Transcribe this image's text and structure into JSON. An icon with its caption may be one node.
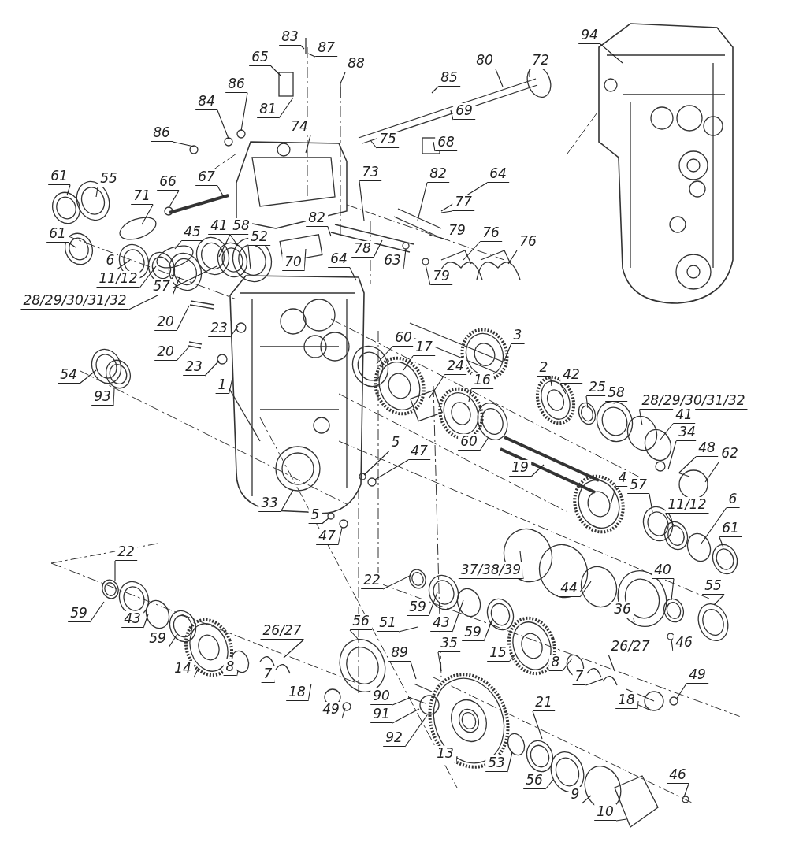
{
  "diagram": {
    "nodes": [
      {
        "text": [
          "83"
        ]
      },
      {
        "text": [
          "87"
        ]
      },
      {
        "text": [
          "65"
        ]
      },
      {
        "text": [
          "88"
        ]
      },
      {
        "text": [
          "81"
        ]
      },
      {
        "text": [
          "86"
        ]
      },
      {
        "text": [
          "84"
        ]
      },
      {
        "text": [
          "86"
        ]
      },
      {
        "text": [
          "74"
        ]
      },
      {
        "text": [
          "85"
        ]
      },
      {
        "text": [
          "80"
        ]
      },
      {
        "text": [
          "72"
        ]
      },
      {
        "text": [
          "69"
        ]
      },
      {
        "text": [
          "75"
        ]
      },
      {
        "text": [
          "68"
        ]
      },
      {
        "text": [
          "94"
        ]
      },
      {
        "text": [
          "67"
        ]
      },
      {
        "text": [
          "66"
        ]
      },
      {
        "text": [
          "71"
        ]
      },
      {
        "text": [
          "61"
        ]
      },
      {
        "text": [
          "55"
        ]
      },
      {
        "text": [
          "61"
        ]
      },
      {
        "text": [
          "45"
        ]
      },
      {
        "text": [
          "41"
        ]
      },
      {
        "text": [
          "58"
        ]
      },
      {
        "text": [
          "52"
        ]
      },
      {
        "text": [
          "73"
        ]
      },
      {
        "text": [
          "82"
        ]
      },
      {
        "text": [
          "64"
        ]
      },
      {
        "text": [
          "77"
        ]
      },
      {
        "text": [
          "82"
        ]
      },
      {
        "text": [
          "79"
        ]
      },
      {
        "text": [
          "78"
        ]
      },
      {
        "text": [
          "63"
        ]
      },
      {
        "text": [
          "79"
        ]
      },
      {
        "text": [
          "70"
        ]
      },
      {
        "text": [
          "64"
        ]
      },
      {
        "text": [
          "76"
        ]
      },
      {
        "text": [
          "76"
        ]
      },
      {
        "text": [
          "6"
        ]
      },
      {
        "text": [
          "11/12"
        ]
      },
      {
        "text": [
          "57"
        ]
      },
      {
        "text": [
          "28/29/30/31/32"
        ]
      },
      {
        "text": [
          "20"
        ]
      },
      {
        "text": [
          "23"
        ]
      },
      {
        "text": [
          "20"
        ]
      },
      {
        "text": [
          "23"
        ]
      },
      {
        "text": [
          "1"
        ]
      },
      {
        "text": [
          "54"
        ]
      },
      {
        "text": [
          "93"
        ]
      },
      {
        "text": [
          "60"
        ]
      },
      {
        "text": [
          "17"
        ]
      },
      {
        "text": [
          "3"
        ]
      },
      {
        "text": [
          "24"
        ]
      },
      {
        "text": [
          "16"
        ]
      },
      {
        "text": [
          "2"
        ]
      },
      {
        "text": [
          "42"
        ]
      },
      {
        "text": [
          "25"
        ]
      },
      {
        "text": [
          "58"
        ]
      },
      {
        "text": [
          "28/29/30/31/32"
        ]
      },
      {
        "text": [
          "41"
        ]
      },
      {
        "text": [
          "34"
        ]
      },
      {
        "text": [
          "48"
        ]
      },
      {
        "text": [
          "62"
        ]
      },
      {
        "text": [
          "60"
        ]
      },
      {
        "text": [
          "19"
        ]
      },
      {
        "text": [
          "5"
        ]
      },
      {
        "text": [
          "47"
        ]
      },
      {
        "text": [
          "4"
        ]
      },
      {
        "text": [
          "33"
        ]
      },
      {
        "text": [
          "5"
        ]
      },
      {
        "text": [
          "47"
        ]
      },
      {
        "text": [
          "57"
        ]
      },
      {
        "text": [
          "11/12"
        ]
      },
      {
        "text": [
          "6"
        ]
      },
      {
        "text": [
          "61"
        ]
      },
      {
        "text": [
          "37/38/39"
        ]
      },
      {
        "text": [
          "44"
        ]
      },
      {
        "text": [
          "36"
        ]
      },
      {
        "text": [
          "40"
        ]
      },
      {
        "text": [
          "55"
        ]
      },
      {
        "text": [
          "46"
        ]
      },
      {
        "text": [
          "22"
        ]
      },
      {
        "text": [
          "59"
        ]
      },
      {
        "text": [
          "43"
        ]
      },
      {
        "text": [
          "59"
        ]
      },
      {
        "text": [
          "14"
        ]
      },
      {
        "text": [
          "8"
        ]
      },
      {
        "text": [
          "26/27"
        ]
      },
      {
        "text": [
          "7"
        ]
      },
      {
        "text": [
          "18"
        ]
      },
      {
        "text": [
          "49"
        ]
      },
      {
        "text": [
          "56"
        ]
      },
      {
        "text": [
          "51"
        ]
      },
      {
        "text": [
          "35"
        ]
      },
      {
        "text": [
          "89"
        ]
      },
      {
        "text": [
          "90"
        ]
      },
      {
        "text": [
          "91"
        ]
      },
      {
        "text": [
          "92"
        ]
      },
      {
        "text": [
          "22"
        ]
      },
      {
        "text": [
          "59"
        ]
      },
      {
        "text": [
          "43"
        ]
      },
      {
        "text": [
          "59"
        ]
      },
      {
        "text": [
          "15"
        ]
      },
      {
        "text": [
          "8"
        ]
      },
      {
        "text": [
          "7"
        ]
      },
      {
        "text": [
          "26/27"
        ]
      },
      {
        "text": [
          "18"
        ]
      },
      {
        "text": [
          "49"
        ]
      },
      {
        "text": [
          "13"
        ]
      },
      {
        "text": [
          "21"
        ]
      },
      {
        "text": [
          "53"
        ]
      },
      {
        "text": [
          "56"
        ]
      },
      {
        "text": [
          "9"
        ]
      },
      {
        "text": [
          "10"
        ]
      },
      {
        "text": [
          "46"
        ]
      }
    ],
    "edges": [
      {
        "from": 0,
        "to": null,
        "arrow": "none"
      },
      {
        "from": 1,
        "to": null,
        "arrow": "none"
      },
      {
        "from": 2,
        "to": null,
        "arrow": "none"
      },
      {
        "from": 3,
        "to": null,
        "arrow": "none"
      },
      {
        "from": 4,
        "to": null,
        "arrow": "none"
      },
      {
        "from": 5,
        "to": null,
        "arrow": "none"
      },
      {
        "from": 6,
        "to": null,
        "arrow": "none"
      },
      {
        "from": 7,
        "to": null,
        "arrow": "none"
      },
      {
        "from": 8,
        "to": null,
        "arrow": "none"
      },
      {
        "from": 9,
        "to": null,
        "arrow": "none"
      },
      {
        "from": 10,
        "to": null,
        "arrow": "none"
      },
      {
        "from": 11,
        "to": null,
        "arrow": "none"
      },
      {
        "from": 12,
        "to": null,
        "arrow": "none"
      },
      {
        "from": 13,
        "to": null,
        "arrow": "none"
      },
      {
        "from": 14,
        "to": null,
        "arrow": "none"
      },
      {
        "from": 15,
        "to": null,
        "arrow": "none"
      },
      {
        "from": 16,
        "to": null,
        "arrow": "none"
      },
      {
        "from": 17,
        "to": null,
        "arrow": "none"
      },
      {
        "from": 18,
        "to": null,
        "arrow": "none"
      },
      {
        "from": 19,
        "to": null,
        "arrow": "none"
      },
      {
        "from": 20,
        "to": null,
        "arrow": "none"
      },
      {
        "from": 21,
        "to": null,
        "arrow": "none"
      },
      {
        "from": 22,
        "to": null,
        "arrow": "none"
      },
      {
        "from": 23,
        "to": null,
        "arrow": "none"
      },
      {
        "from": 24,
        "to": null,
        "arrow": "none"
      },
      {
        "from": 25,
        "to": null,
        "arrow": "none"
      },
      {
        "from": 26,
        "to": null,
        "arrow": "none"
      },
      {
        "from": 27,
        "to": null,
        "arrow": "none"
      },
      {
        "from": 28,
        "to": null,
        "arrow": "none"
      },
      {
        "from": 29,
        "to": null,
        "arrow": "none"
      },
      {
        "from": 30,
        "to": null,
        "arrow": "none"
      },
      {
        "from": 31,
        "to": null,
        "arrow": "none"
      },
      {
        "from": 32,
        "to": null,
        "arrow": "none"
      },
      {
        "from": 33,
        "to": null,
        "arrow": "none"
      },
      {
        "from": 34,
        "to": null,
        "arrow": "none"
      },
      {
        "from": 35,
        "to": null,
        "arrow": "none"
      },
      {
        "from": 36,
        "to": null,
        "arrow": "none"
      },
      {
        "from": 37,
        "to": null,
        "arrow": "none"
      },
      {
        "from": 38,
        "to": null,
        "arrow": "none"
      },
      {
        "from": 39,
        "to": null,
        "arrow": "none"
      },
      {
        "from": 40,
        "to": null,
        "arrow": "none"
      },
      {
        "from": 41,
        "to": null,
        "arrow": "none"
      },
      {
        "from": 42,
        "to": null,
        "arrow": "none"
      },
      {
        "from": 43,
        "to": null,
        "arrow": "none"
      },
      {
        "from": 44,
        "to": null,
        "arrow": "none"
      },
      {
        "from": 45,
        "to": null,
        "arrow": "none"
      },
      {
        "from": 46,
        "to": null,
        "arrow": "none"
      },
      {
        "from": 47,
        "to": null,
        "arrow": "none"
      },
      {
        "from": 48,
        "to": null,
        "arrow": "none"
      },
      {
        "from": 49,
        "to": null,
        "arrow": "none"
      },
      {
        "from": 50,
        "to": null,
        "arrow": "none"
      },
      {
        "from": 51,
        "to": null,
        "arrow": "none"
      },
      {
        "from": 52,
        "to": null,
        "arrow": "none"
      },
      {
        "from": 53,
        "to": null,
        "arrow": "none"
      },
      {
        "from": 54,
        "to": null,
        "arrow": "none"
      },
      {
        "from": 55,
        "to": null,
        "arrow": "none"
      },
      {
        "from": 56,
        "to": null,
        "arrow": "none"
      },
      {
        "from": 57,
        "to": null,
        "arrow": "none"
      },
      {
        "from": 58,
        "to": null,
        "arrow": "none"
      },
      {
        "from": 59,
        "to": null,
        "arrow": "none"
      },
      {
        "from": 60,
        "to": null,
        "arrow": "none"
      },
      {
        "from": 61,
        "to": null,
        "arrow": "none"
      },
      {
        "from": 62,
        "to": null,
        "arrow": "none"
      },
      {
        "from": 63,
        "to": null,
        "arrow": "none"
      },
      {
        "from": 64,
        "to": null,
        "arrow": "none"
      },
      {
        "from": 65,
        "to": null,
        "arrow": "none"
      },
      {
        "from": 66,
        "to": null,
        "arrow": "none"
      },
      {
        "from": 67,
        "to": null,
        "arrow": "none"
      },
      {
        "from": 68,
        "to": null,
        "arrow": "none"
      },
      {
        "from": 69,
        "to": null,
        "arrow": "none"
      },
      {
        "from": 70,
        "to": null,
        "arrow": "none"
      },
      {
        "from": 71,
        "to": null,
        "arrow": "none"
      },
      {
        "from": 72,
        "to": null,
        "arrow": "none"
      },
      {
        "from": 73,
        "to": null,
        "arrow": "none"
      },
      {
        "from": 74,
        "to": null,
        "arrow": "none"
      },
      {
        "from": 75,
        "to": null,
        "arrow": "none"
      },
      {
        "from": 76,
        "to": null,
        "arrow": "none"
      },
      {
        "from": 77,
        "to": null,
        "arrow": "none"
      },
      {
        "from": 78,
        "to": null,
        "arrow": "none"
      },
      {
        "from": 79,
        "to": null,
        "arrow": "none"
      },
      {
        "from": 80,
        "to": null,
        "arrow": "none"
      },
      {
        "from": 81,
        "to": null,
        "arrow": "none"
      },
      {
        "from": 82,
        "to": null,
        "arrow": "none"
      },
      {
        "from": 83,
        "to": null,
        "arrow": "none"
      },
      {
        "from": 84,
        "to": null,
        "arrow": "none"
      },
      {
        "from": 85,
        "to": null,
        "arrow": "none"
      },
      {
        "from": 86,
        "to": null,
        "arrow": "none"
      },
      {
        "from": 87,
        "to": null,
        "arrow": "none"
      },
      {
        "from": 88,
        "to": null,
        "arrow": "none"
      },
      {
        "from": 89,
        "to": null,
        "arrow": "none"
      },
      {
        "from": 90,
        "to": null,
        "arrow": "none"
      },
      {
        "from": 91,
        "to": null,
        "arrow": "none"
      },
      {
        "from": 92,
        "to": null,
        "arrow": "none"
      },
      {
        "from": 93,
        "to": null,
        "arrow": "none"
      },
      {
        "from": 94,
        "to": null,
        "arrow": "none"
      },
      {
        "from": 95,
        "to": null,
        "arrow": "none"
      },
      {
        "from": 96,
        "to": null,
        "arrow": "none"
      },
      {
        "from": 97,
        "to": null,
        "arrow": "none"
      },
      {
        "from": 98,
        "to": null,
        "arrow": "none"
      },
      {
        "from": 99,
        "to": null,
        "arrow": "none"
      },
      {
        "from": 100,
        "to": null,
        "arrow": "none"
      },
      {
        "from": 101,
        "to": null,
        "arrow": "none"
      },
      {
        "from": 102,
        "to": null,
        "arrow": "none"
      },
      {
        "from": 103,
        "to": null,
        "arrow": "none"
      },
      {
        "from": 104,
        "to": null,
        "arrow": "none"
      },
      {
        "from": 105,
        "to": null,
        "arrow": "none"
      },
      {
        "from": 106,
        "to": null,
        "arrow": "none"
      },
      {
        "from": 107,
        "to": null,
        "arrow": "none"
      },
      {
        "from": 108,
        "to": null,
        "arrow": "none"
      },
      {
        "from": 109,
        "to": null,
        "arrow": "none"
      },
      {
        "from": 110,
        "to": null,
        "arrow": "none"
      },
      {
        "from": 111,
        "to": null,
        "arrow": "none"
      },
      {
        "from": 112,
        "to": null,
        "arrow": "none"
      },
      {
        "from": 113,
        "to": null,
        "arrow": "none"
      },
      {
        "from": 114,
        "to": null,
        "arrow": "none"
      },
      {
        "from": 115,
        "to": null,
        "arrow": "none"
      }
    ]
  }
}
